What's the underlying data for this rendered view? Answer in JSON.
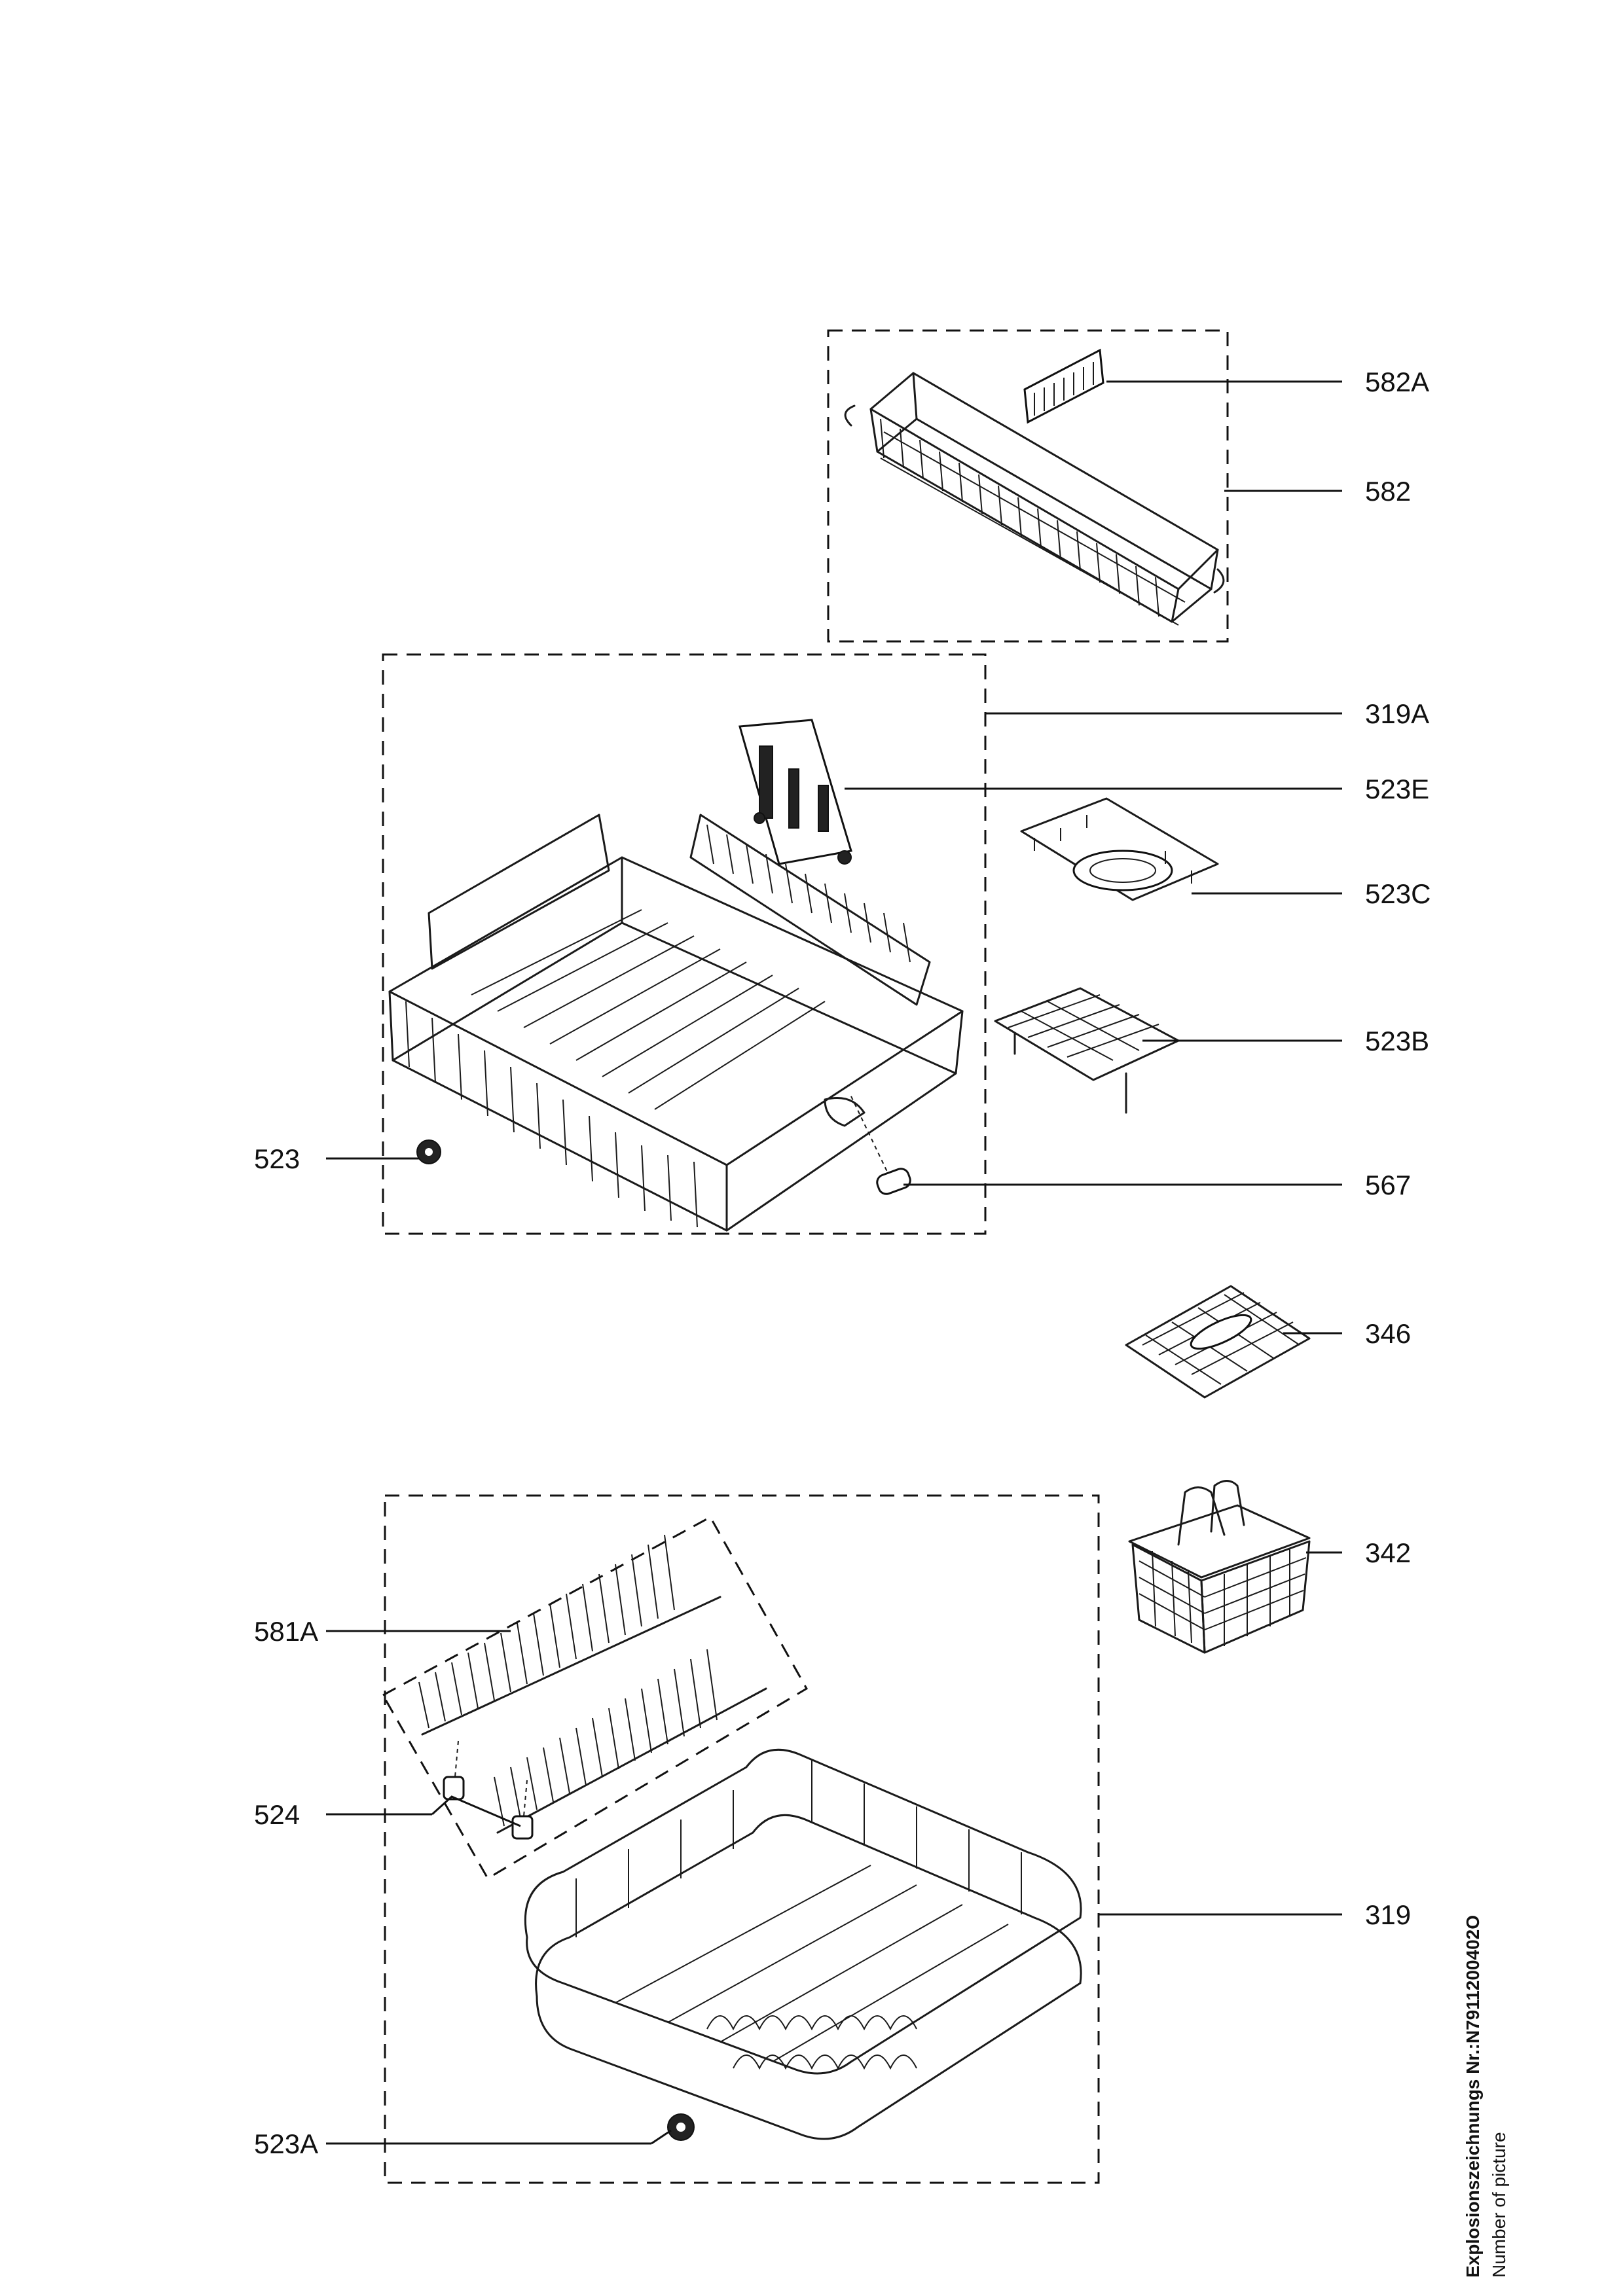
{
  "parts": {
    "p582A": "582A",
    "p582": "582",
    "p319A": "319A",
    "p523E": "523E",
    "p523C": "523C",
    "p523B": "523B",
    "p523": "523",
    "p567": "567",
    "p346": "346",
    "p342": "342",
    "p581A": "581A",
    "p524": "524",
    "p319": "319",
    "p523A": "523A"
  },
  "caption": {
    "title": "Explosionszeichnungs Nr.:N7911200402O",
    "subtitle": "Number of picture"
  }
}
